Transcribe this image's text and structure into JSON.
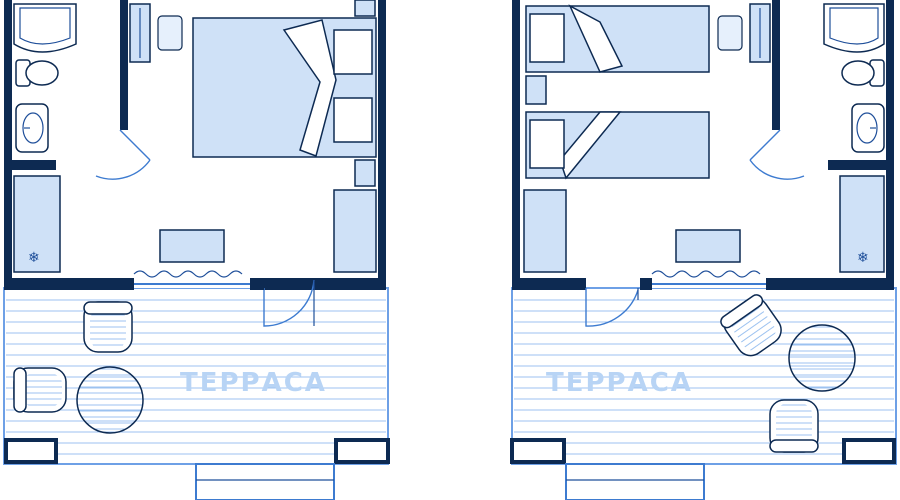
{
  "rooms": [
    {
      "name": "room-double",
      "terrace_label": "ТЕРРАСА",
      "fridge_icon": "snowflake-icon"
    },
    {
      "name": "room-twin",
      "terrace_label": "ТЕРРАСА",
      "fridge_icon": "snowflake-icon"
    }
  ],
  "colors": {
    "wall": "#0d2a52",
    "furniture": "#cfe1f7",
    "deck_line": "#9cc2f0",
    "terrace_text": "#b8d4f5"
  }
}
